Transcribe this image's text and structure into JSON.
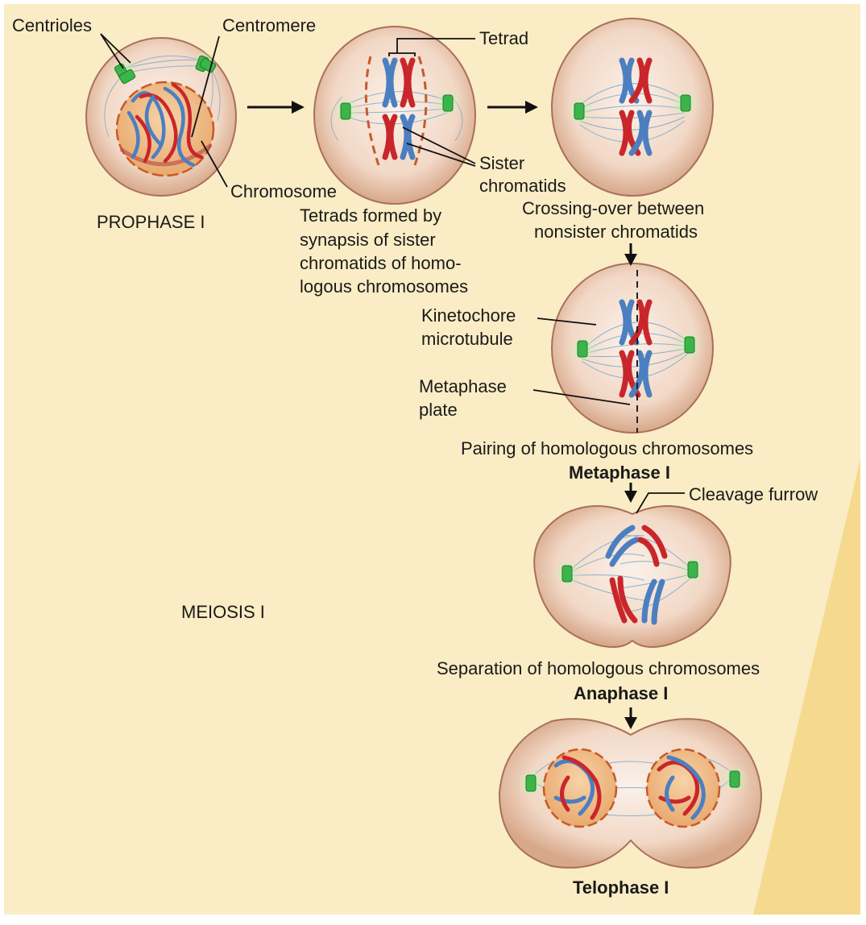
{
  "labels": {
    "centrioles": "Centrioles",
    "centromere": "Centromere",
    "tetrad": "Tetrad",
    "sister_1": "Sister",
    "sister_2": "chromatids",
    "chromosome": "Chromosome",
    "prophase": "PROPHASE I",
    "tetrads_1": "Tetrads formed by",
    "tetrads_2": "synapsis of sister",
    "tetrads_3": "chromatids of homo-",
    "tetrads_4": "logous chromosomes",
    "crossing_1": "Crossing-over between",
    "crossing_2": "nonsister chromatids",
    "kinetochore_1": "Kinetochore",
    "kinetochore_2": "microtubule",
    "metaplate_1": "Metaphase",
    "metaplate_2": "plate",
    "pairing": "Pairing of homologous chromosomes",
    "metaphase": "Metaphase I",
    "cleavage": "Cleavage furrow",
    "meiosis": "MEIOSIS I",
    "separation": "Separation of homologous chromosomes",
    "anaphase": "Anaphase I",
    "telophase": "Telophase I"
  },
  "colors": {
    "background": "#faecc4",
    "band": "#f5d98e",
    "cell_rim": "#d8ab8b",
    "cell_inner": "#f7e2d4",
    "nucleus": "#f0c392",
    "chromosome_blue": "#4b7fc1",
    "chromosome_red": "#c9262c",
    "centriole": "#3bb54a",
    "spindle": "#7aa9cc"
  }
}
